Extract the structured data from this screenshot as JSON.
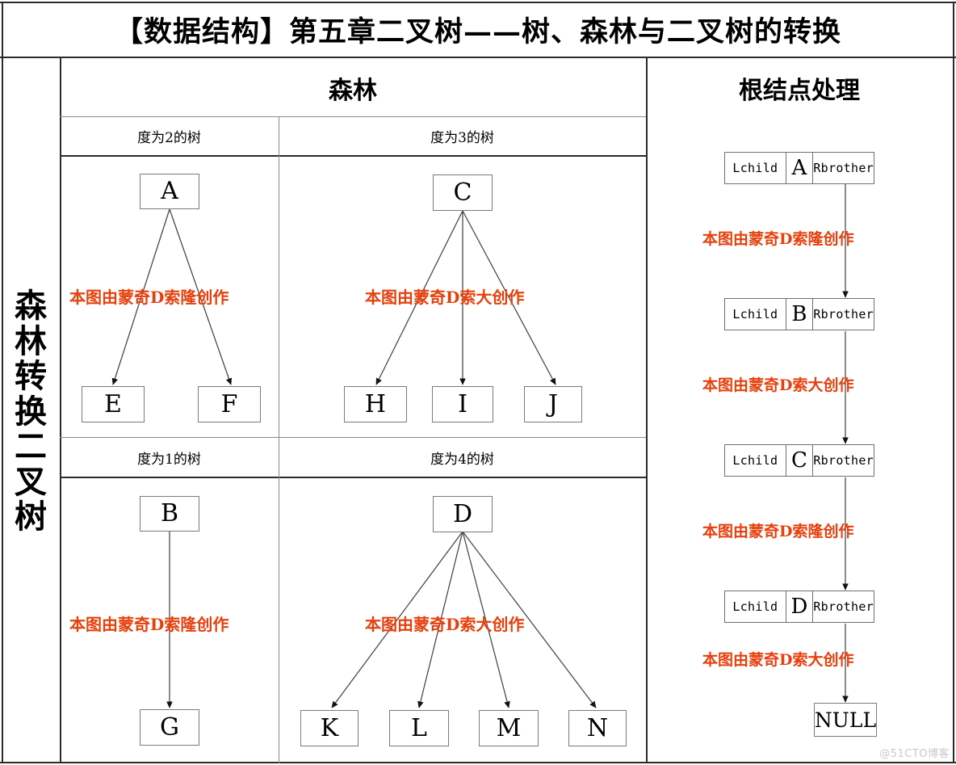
{
  "page": {
    "title": "【数据结构】第五章二叉树——树、森林与二叉树的转换",
    "site_watermark": "@51CTO博客",
    "watermark_color": "#e8400c",
    "left_caption": "森林转换二叉树"
  },
  "columns": {
    "forest_header": "森林",
    "root_header": "根结点处理"
  },
  "forest": {
    "subheaders": {
      "degree2": "度为2的树",
      "degree3": "度为3的树",
      "degree1": "度为1的树",
      "degree4": "度为4的树"
    },
    "trees": [
      {
        "name": "degree-2-tree",
        "caption": "度为2的树",
        "root": "A",
        "children": [
          "E",
          "F"
        ],
        "watermark": "本图由蒙奇D索隆创作"
      },
      {
        "name": "degree-3-tree",
        "caption": "度为3的树",
        "root": "C",
        "children": [
          "H",
          "I",
          "J"
        ],
        "watermark": "本图由蒙奇D索大创作"
      },
      {
        "name": "degree-1-tree",
        "caption": "度为1的树",
        "root": "B",
        "children": [
          "G"
        ],
        "watermark": "本图由蒙奇D索隆创作"
      },
      {
        "name": "degree-4-tree",
        "caption": "度为4的树",
        "root": "D",
        "children": [
          "K",
          "L",
          "M",
          "N"
        ],
        "watermark": "本图由蒙奇D索大创作"
      }
    ]
  },
  "root_chain": {
    "labels": {
      "lchild": "Lchild",
      "rbrother": "Rbrother"
    },
    "nodes": [
      {
        "lchild": "Lchild",
        "data": "A",
        "rbrother": "Rbrother"
      },
      {
        "lchild": "Lchild",
        "data": "B",
        "rbrother": "Rbrother"
      },
      {
        "lchild": "Lchild",
        "data": "C",
        "rbrother": "Rbrother"
      },
      {
        "lchild": "Lchild",
        "data": "D",
        "rbrother": "Rbrother"
      }
    ],
    "terminator": "NULL",
    "watermarks": [
      "本图由蒙奇D索隆创作",
      "本图由蒙奇D索大创作",
      "本图由蒙奇D索隆创作",
      "本图由蒙奇D索大创作"
    ]
  }
}
